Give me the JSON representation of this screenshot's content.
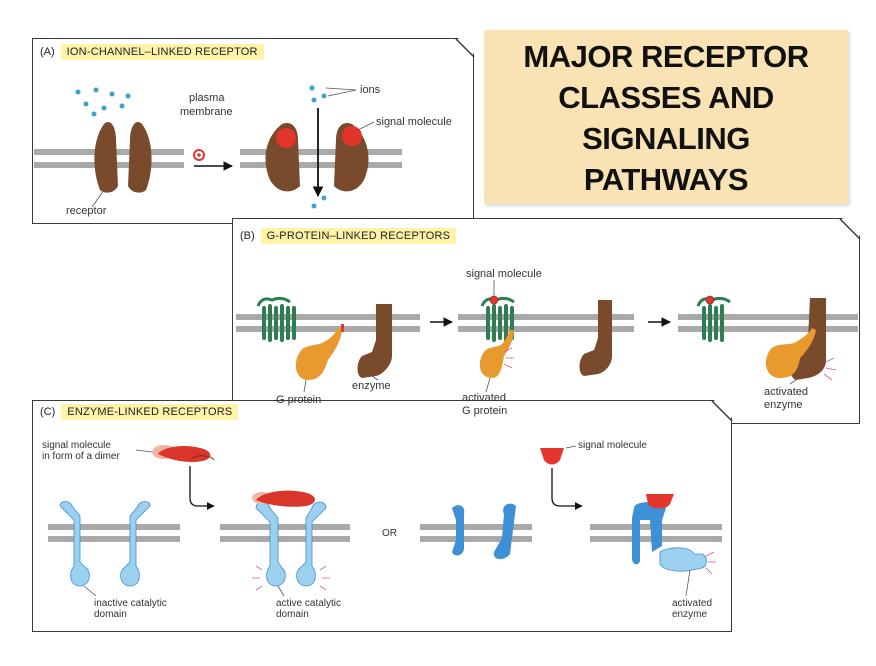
{
  "title": {
    "lines": [
      "MAJOR RECEPTOR",
      "CLASSES AND",
      "SIGNALING",
      "PATHWAYS"
    ]
  },
  "panel_a": {
    "letter": "(A)",
    "heading": "ION-CHANNEL–LINKED RECEPTOR",
    "labels": {
      "plasma": "plasma",
      "membrane": "membrane",
      "ions": "ions",
      "signal_molecule": "signal molecule",
      "receptor": "receptor"
    }
  },
  "panel_b": {
    "letter": "(B)",
    "heading": "G-PROTEIN–LINKED RECEPTORS",
    "labels": {
      "signal_molecule": "signal molecule",
      "g_protein": "G protein",
      "enzyme": "enzyme",
      "activated_g_1": "activated",
      "activated_g_2": "G protein",
      "activated_enzyme_1": "activated",
      "activated_enzyme_2": "enzyme"
    }
  },
  "panel_c": {
    "letter": "(C)",
    "heading": "ENZYME-LINKED RECEPTORS",
    "labels": {
      "signal_dimer_1": "signal molecule",
      "signal_dimer_2": "in form of a dimer",
      "signal_molecule": "signal molecule",
      "inactive_1": "inactive catalytic",
      "inactive_2": "domain",
      "active_1": "active catalytic",
      "active_2": "domain",
      "or": "OR",
      "activated_1": "activated",
      "activated_2": "enzyme"
    }
  },
  "colors": {
    "membrane": "#a9a9a9",
    "receptor_brown": "#7a4a2c",
    "signal_red": "#e2352b",
    "ion_blue": "#3fa3c9",
    "gpcr_green": "#2f7d52",
    "gprotein_orange": "#e89a2f",
    "enzyme_light_blue": "#9cd0ef",
    "enzyme_blue": "#3d8fd6",
    "title_bg": "#f9e2b4",
    "heading_highlight": "#fff3a8"
  }
}
